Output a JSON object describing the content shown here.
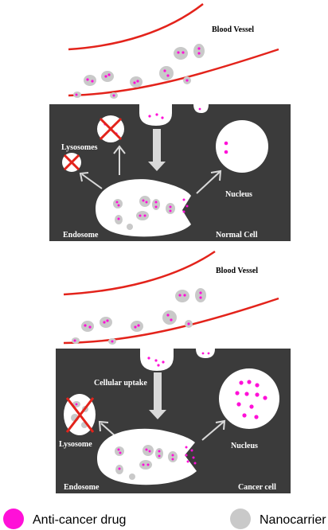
{
  "colors": {
    "vessel": "#e3231b",
    "panel": "#3b3b3b",
    "carrier": "#c9c9c9",
    "drug": "#ff10d8",
    "arrow": "#d9d9d9",
    "cross": "#e3231b"
  },
  "panels": [
    {
      "id": "normal",
      "blood_vessel_label": "Blood Vessel",
      "lysosome_label": "Lysosomes",
      "nucleus_label": "Nucleus",
      "endosome_label": "Endosome",
      "cell_label": "Normal Cell"
    },
    {
      "id": "cancer",
      "blood_vessel_label": "Blood Vessel",
      "uptake_label": "Cellular uptake",
      "lysosome_label": "Lysosome",
      "nucleus_label": "Nucleus",
      "endosome_label": "Endosome",
      "cell_label": "Cancer cell"
    }
  ],
  "legend": {
    "drug_label": "Anti-cancer drug",
    "carrier_label": "Nanocarrier"
  }
}
